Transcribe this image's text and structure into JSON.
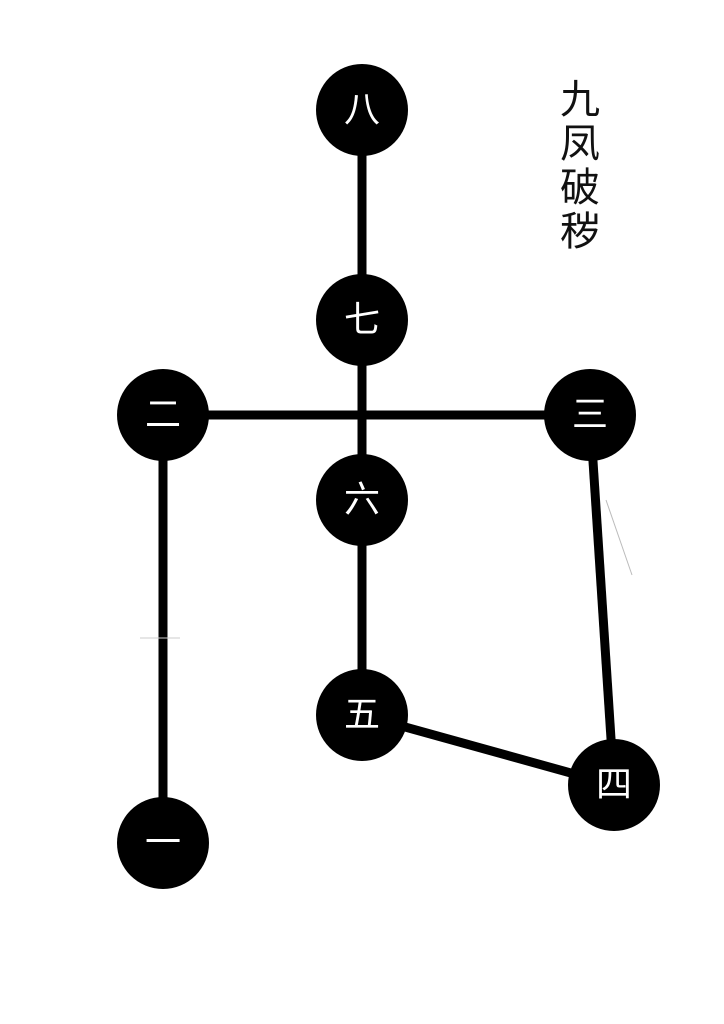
{
  "title": "九凤破秽",
  "colors": {
    "node_fill": "#000000",
    "edge": "#000000",
    "label": "#ffffff",
    "background": "#ffffff"
  },
  "nodes": [
    {
      "id": "n1",
      "label": "一"
    },
    {
      "id": "n2",
      "label": "二"
    },
    {
      "id": "n3",
      "label": "三"
    },
    {
      "id": "n4",
      "label": "四"
    },
    {
      "id": "n5",
      "label": "五"
    },
    {
      "id": "n6",
      "label": "六"
    },
    {
      "id": "n7",
      "label": "七"
    },
    {
      "id": "n8",
      "label": "八"
    }
  ],
  "edges": [
    {
      "from": "n1",
      "to": "n2"
    },
    {
      "from": "n2",
      "to": "n3"
    },
    {
      "from": "n3",
      "to": "n4"
    },
    {
      "from": "n4",
      "to": "n5"
    },
    {
      "from": "n5",
      "to": "n6"
    },
    {
      "from": "n6",
      "to": "n7"
    },
    {
      "from": "n7",
      "to": "n8"
    }
  ]
}
